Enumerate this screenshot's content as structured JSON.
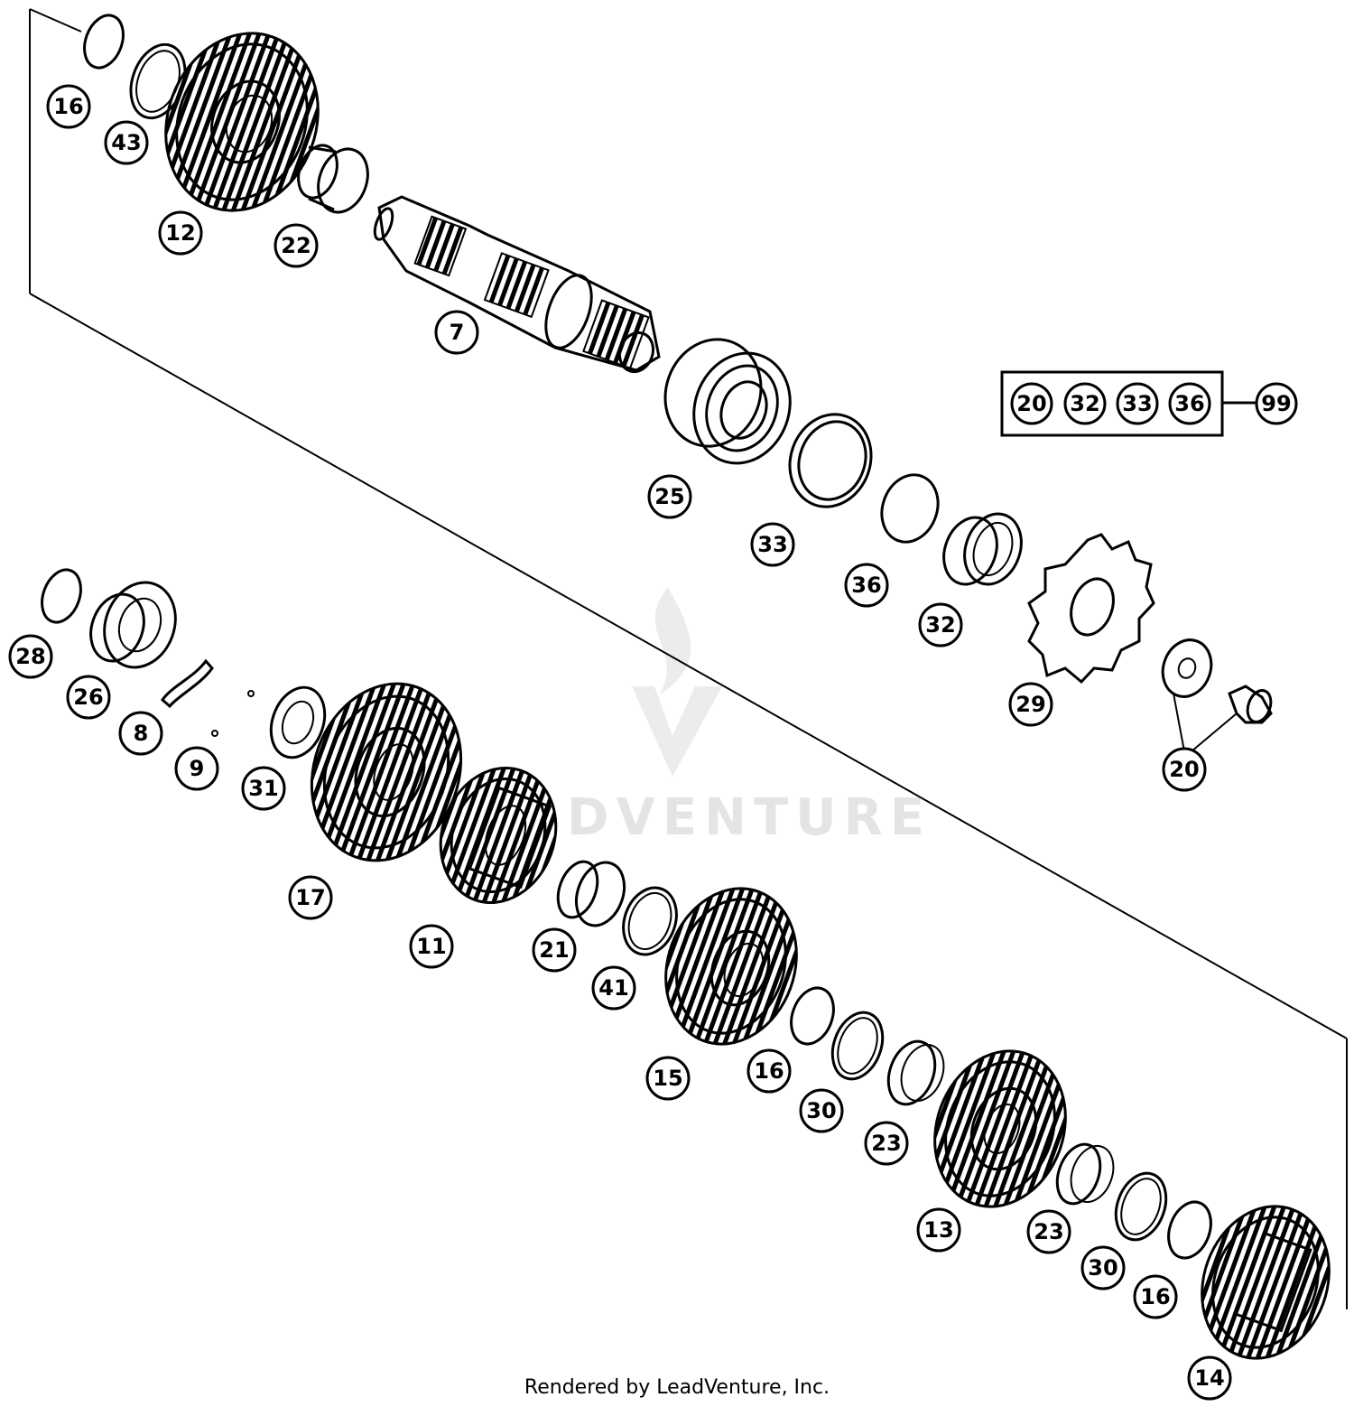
{
  "watermark": "DVENTURE",
  "footer": "Rendered by LeadVenture, Inc.",
  "kit": {
    "members": [
      "20",
      "32",
      "33",
      "36"
    ],
    "label": "99"
  },
  "callouts": {
    "c16a": "16",
    "c43": "43",
    "c12": "12",
    "c22": "22",
    "c7": "7",
    "c25": "25",
    "c33": "33",
    "c36": "36",
    "c32": "32",
    "c29": "29",
    "c20": "20",
    "c28": "28",
    "c26": "26",
    "c8": "8",
    "c9": "9",
    "c31": "31",
    "c17": "17",
    "c11": "11",
    "c21": "21",
    "c41": "41",
    "c15": "15",
    "c16b": "16",
    "c30a": "30",
    "c23a": "23",
    "c13": "13",
    "c23b": "23",
    "c30b": "30",
    "c16c": "16",
    "c14": "14"
  }
}
